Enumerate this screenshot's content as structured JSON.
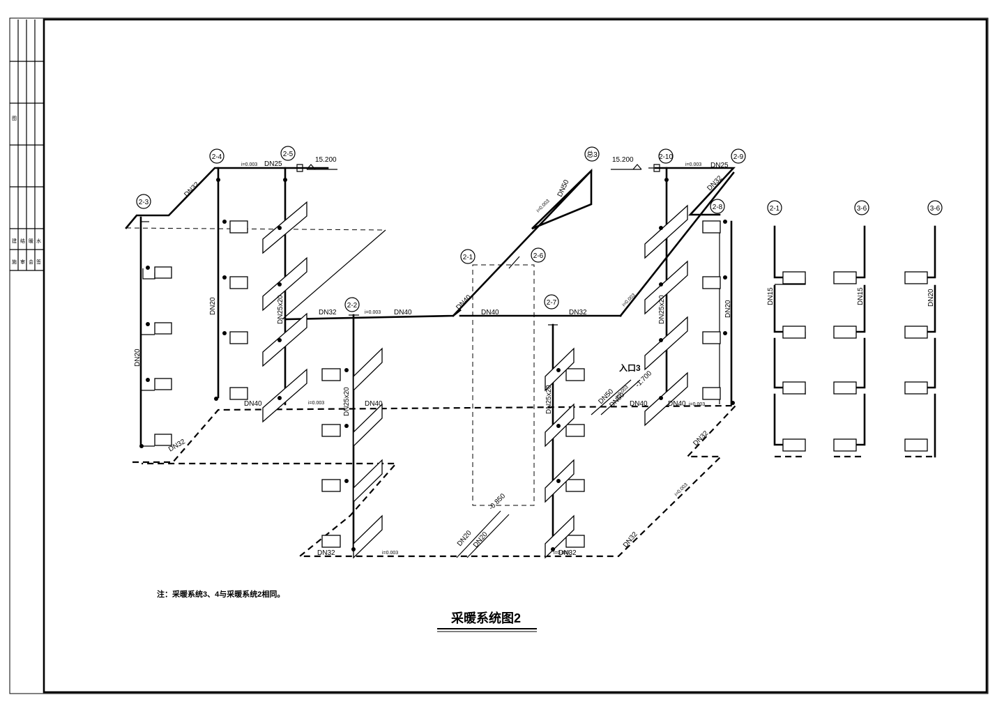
{
  "drawing": {
    "title": "采暖系统图2",
    "note": "注：采暖系统3、4与采暖系统2相同。"
  },
  "title_block": {
    "rows": [
      {
        "c1": "图",
        "c2": "",
        "c3": "",
        "c4": ""
      },
      {
        "c1": "",
        "c2": "",
        "c3": "",
        "c4": ""
      },
      {
        "c1": "建",
        "c2": "结",
        "c3": "暖",
        "c4": "水"
      },
      {
        "c1": "施",
        "c2": "审",
        "c3": "会",
        "c4": "签"
      }
    ],
    "side_label": "图 建"
  },
  "risers": {
    "r23": "2-3",
    "r24": "2-4",
    "r25": "2-5",
    "r22": "2-2",
    "r21": "2-1",
    "r26": "2-6",
    "r27": "2-7",
    "rz3": "总3",
    "r210": "2-10",
    "r29": "2-9",
    "r28": "2-8"
  },
  "legend_risers": {
    "a": "2-1",
    "b": "3-6",
    "c": "3-6"
  },
  "elevations": {
    "top_left": "15.200",
    "top_right": "15.200",
    "inlet": "-1.700",
    "sump": "-0.850"
  },
  "inlet_label": "入口3",
  "slopes": {
    "s1": "i=0.003",
    "s2": "i=0.003",
    "s3": "i=0.003",
    "s4": "i=0.003",
    "s5": "i=0.003",
    "s6": "i=0.003",
    "s7": "i=0.003",
    "s8": "i=0.003",
    "s9": "i=0.003",
    "s10": "i=0.003",
    "s11": "i=0.003"
  },
  "pipe_sizes": {
    "dn32_a": "DN32",
    "dn25_a": "DN25",
    "dn20_a": "DN20",
    "dn20_b": "DN20",
    "dn2520_a": "DN25x20",
    "dn32_b": "DN32",
    "dn40_a": "DN40",
    "dn40_b": "DN40",
    "dn40_c": "DN40",
    "dn32_c": "DN32",
    "dn50_a": "DN50",
    "dn25_b": "DN25",
    "dn32_d": "DN32",
    "dn2520_b": "DN25x20",
    "dn20_c": "DN20",
    "dn40_d": "DN40",
    "dn40_e": "DN40",
    "dn32_e": "DN32",
    "dn2520_c": "DN25x20",
    "dn40_f": "DN40",
    "dn2520_d": "DN25x20",
    "dn32_f": "DN32",
    "dn32_g": "DN32",
    "dn20_d": "DN20",
    "dn20_e": "DN20",
    "dn32_h": "DN32",
    "dn50_b": "DN50",
    "dn50_c": "DN50",
    "dn32_i": "DN32",
    "dn40_g": "DN40",
    "dn15_a": "DN15",
    "dn15_b": "DN15",
    "dn20_f": "DN20"
  }
}
